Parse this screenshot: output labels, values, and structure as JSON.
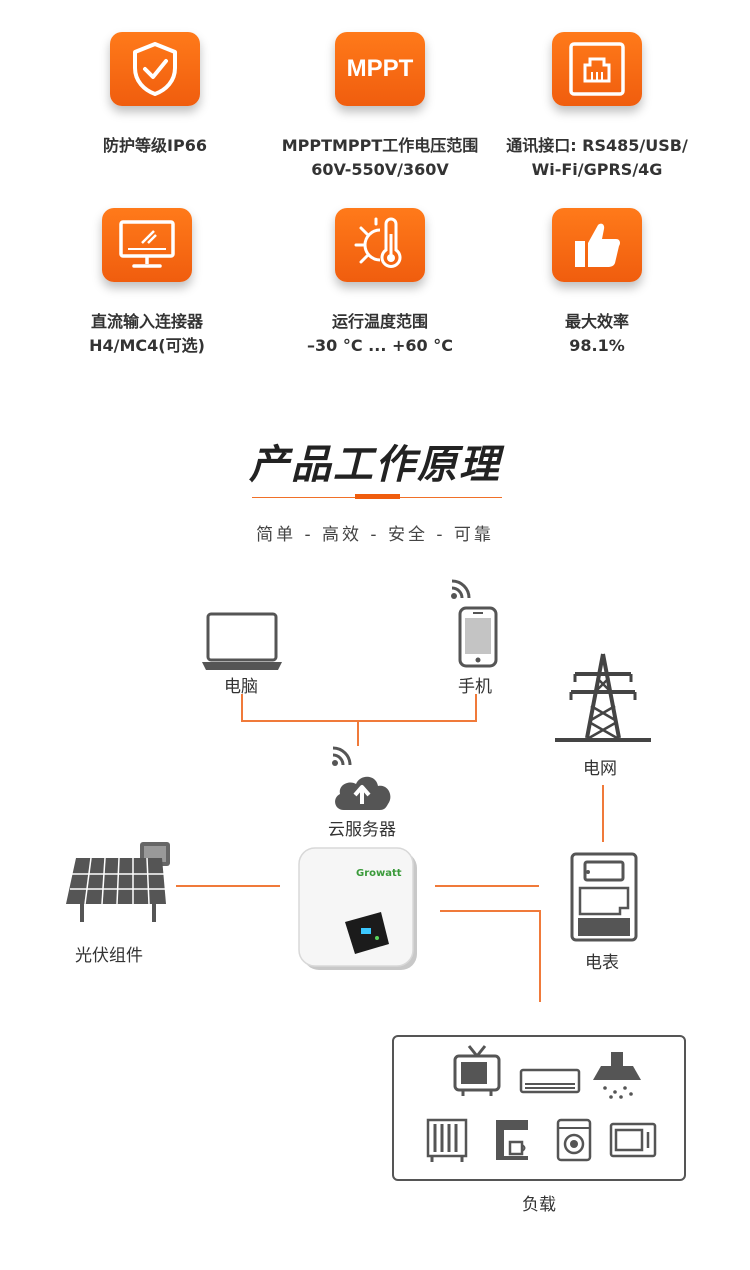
{
  "features": [
    {
      "icon": "shield-check-icon",
      "lines": [
        "防护等级IP66"
      ]
    },
    {
      "icon": "mppt-icon",
      "icon_text": "MPPT",
      "lines": [
        "MPPTMPPT工作电压范围",
        "60V-550V/360V"
      ]
    },
    {
      "icon": "ethernet-port-icon",
      "lines": [
        "通讯接口: RS485/USB/",
        "Wi-Fi/GPRS/4G"
      ]
    },
    {
      "icon": "monitor-icon",
      "lines": [
        "直流输入连接器",
        "H4/MC4(可选)"
      ]
    },
    {
      "icon": "thermometer-sun-icon",
      "lines": [
        "运行温度范围",
        "–30 °C ... +60 °C"
      ]
    },
    {
      "icon": "thumbs-up-icon",
      "lines": [
        "最大效率",
        "98.1%"
      ]
    }
  ],
  "section": {
    "title": "产品工作原理",
    "subtitle": "简单 - 高效 - 安全 - 可靠"
  },
  "diagram": {
    "computer": "电脑",
    "phone": "手机",
    "grid": "电网",
    "cloud": "云服务器",
    "pv": "光伏组件",
    "meter": "电表",
    "load": "负载",
    "inverter_brand": "Growatt"
  },
  "colors": {
    "accent": "#f05d0e",
    "line": "#f07a3a",
    "text": "#333333"
  }
}
